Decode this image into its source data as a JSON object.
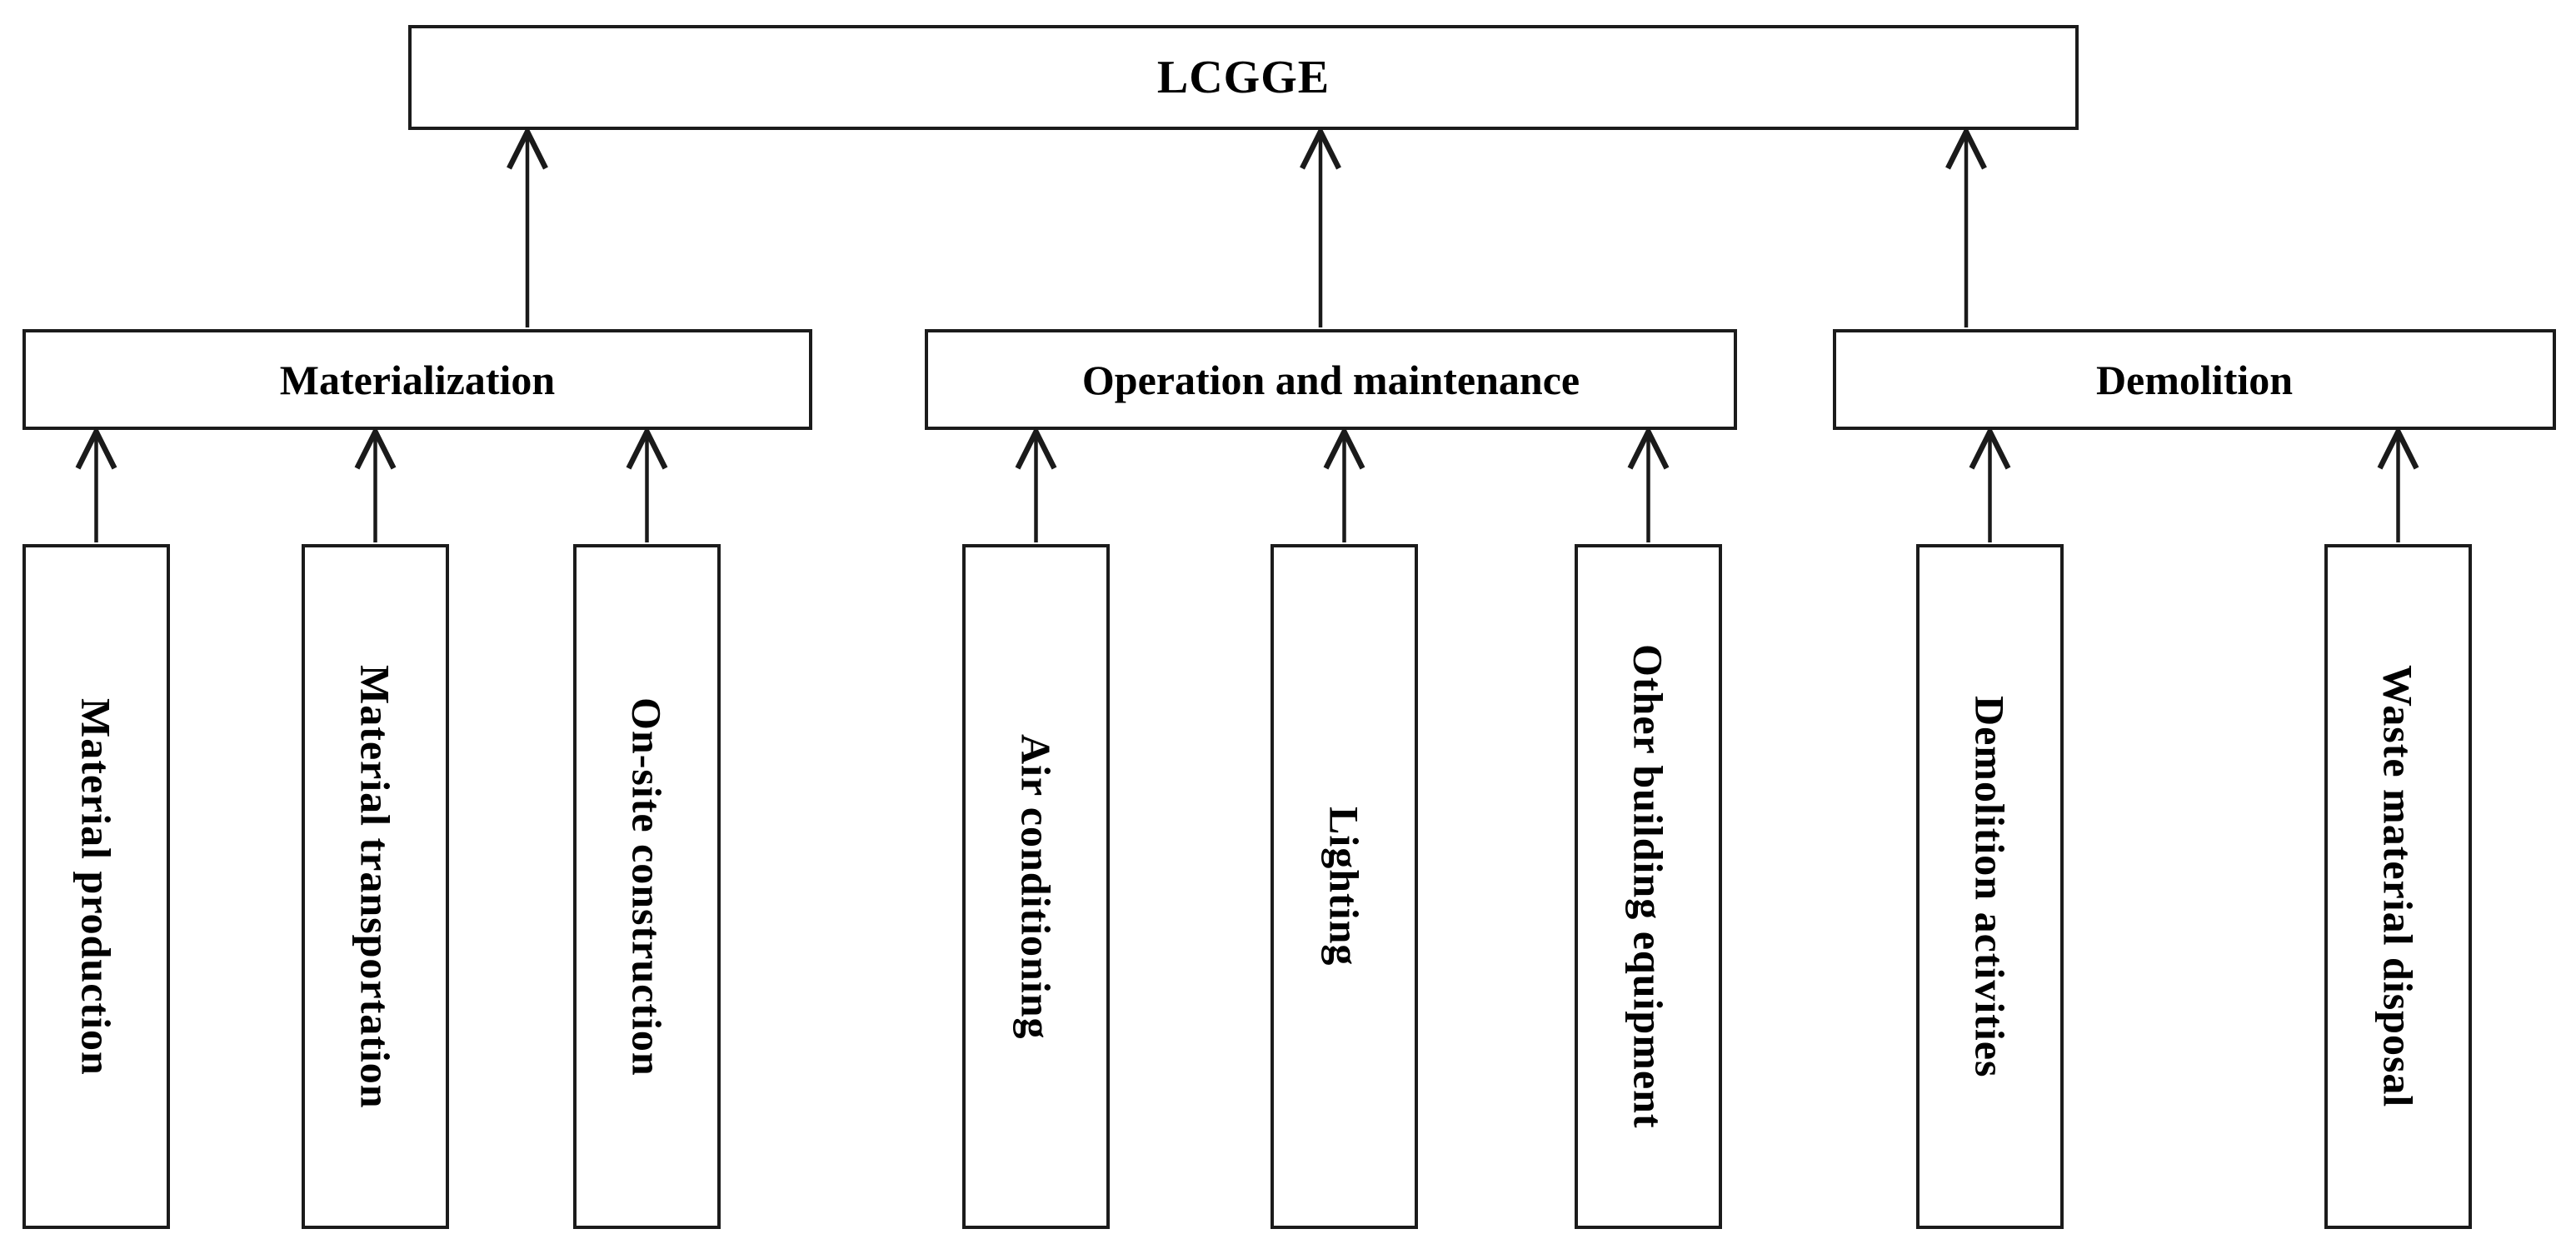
{
  "diagram": {
    "root": {
      "label": "LCGGE"
    },
    "phases": [
      {
        "label": "Materialization",
        "children": [
          {
            "label": "Material production"
          },
          {
            "label": "Material transportation"
          },
          {
            "label": "On-site construction"
          }
        ]
      },
      {
        "label": "Operation and maintenance",
        "children": [
          {
            "label": "Air conditioning"
          },
          {
            "label": "Lighting"
          },
          {
            "label": "Other building equipment"
          }
        ]
      },
      {
        "label": "Demolition",
        "children": [
          {
            "label": "Demolition activities"
          },
          {
            "label": "Waste material disposal"
          }
        ]
      }
    ],
    "colors": {
      "line": "#1a1a1a",
      "border": "#1b1b1b",
      "background": "#ffffff",
      "text": "#000000"
    }
  }
}
